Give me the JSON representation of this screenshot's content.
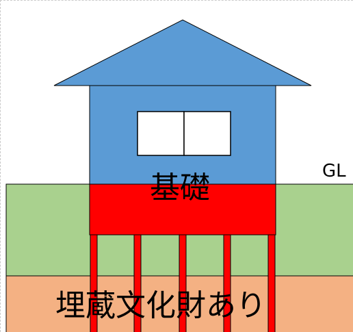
{
  "labels": {
    "ground_level": "GL",
    "foundation": "基礎",
    "buried_cultural_property": "埋蔵文化財あり"
  },
  "colors": {
    "roof": "#5b9bd5",
    "house_body": "#5b9bd5",
    "window": "#ffffff",
    "foundation": "#ff0000",
    "piles": "#ff0000",
    "topsoil": "#a9d18e",
    "subsoil": "#f4b183",
    "outline": "#000000"
  },
  "piles": {
    "count": 5
  }
}
